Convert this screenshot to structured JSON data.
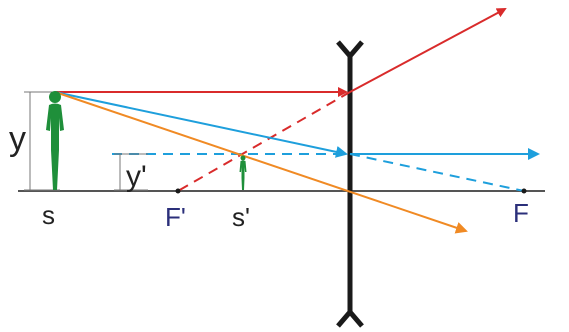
{
  "labels": {
    "object_height": "y",
    "image_height": "y'",
    "object_position": "s",
    "image_position": "s'",
    "focal_point_front": "F'",
    "focal_point_back": "F"
  },
  "colors": {
    "red_ray": "#d92b2b",
    "blue_ray": "#1e9fdc",
    "orange_ray": "#f08a24",
    "figure": "#1f8f3a",
    "lens": "#1a1a1a",
    "axis": "#555555"
  }
}
